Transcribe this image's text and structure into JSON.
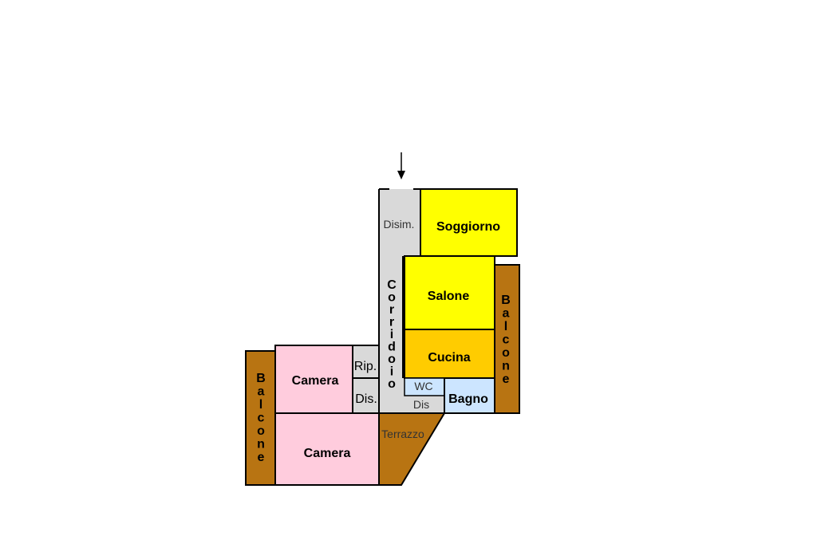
{
  "floor_plan": {
    "entrance_marker": "arrow-down",
    "rooms": {
      "disim": "Disim.",
      "soggiorno": "Soggiorno",
      "salone": "Salone",
      "cucina": "Cucina",
      "wc": "WC",
      "dis_small": "Dis",
      "bagno": "Bagno",
      "rip": "Rip.",
      "dis": "Dis.",
      "camera_top": "Camera",
      "camera_bottom": "Camera",
      "terrazzo": "Terrazzo",
      "corridoio": "Corridoio",
      "balcone_left": "Balcone",
      "balcone_right": "Balcone"
    },
    "colors": {
      "corridor": "#d9d9d9",
      "living": "#ffff00",
      "kitchen": "#ffcc00",
      "bath": "#cce5ff",
      "bedroom": "#ffccdd",
      "balcony": "#b87412",
      "wall": "#000000"
    }
  }
}
